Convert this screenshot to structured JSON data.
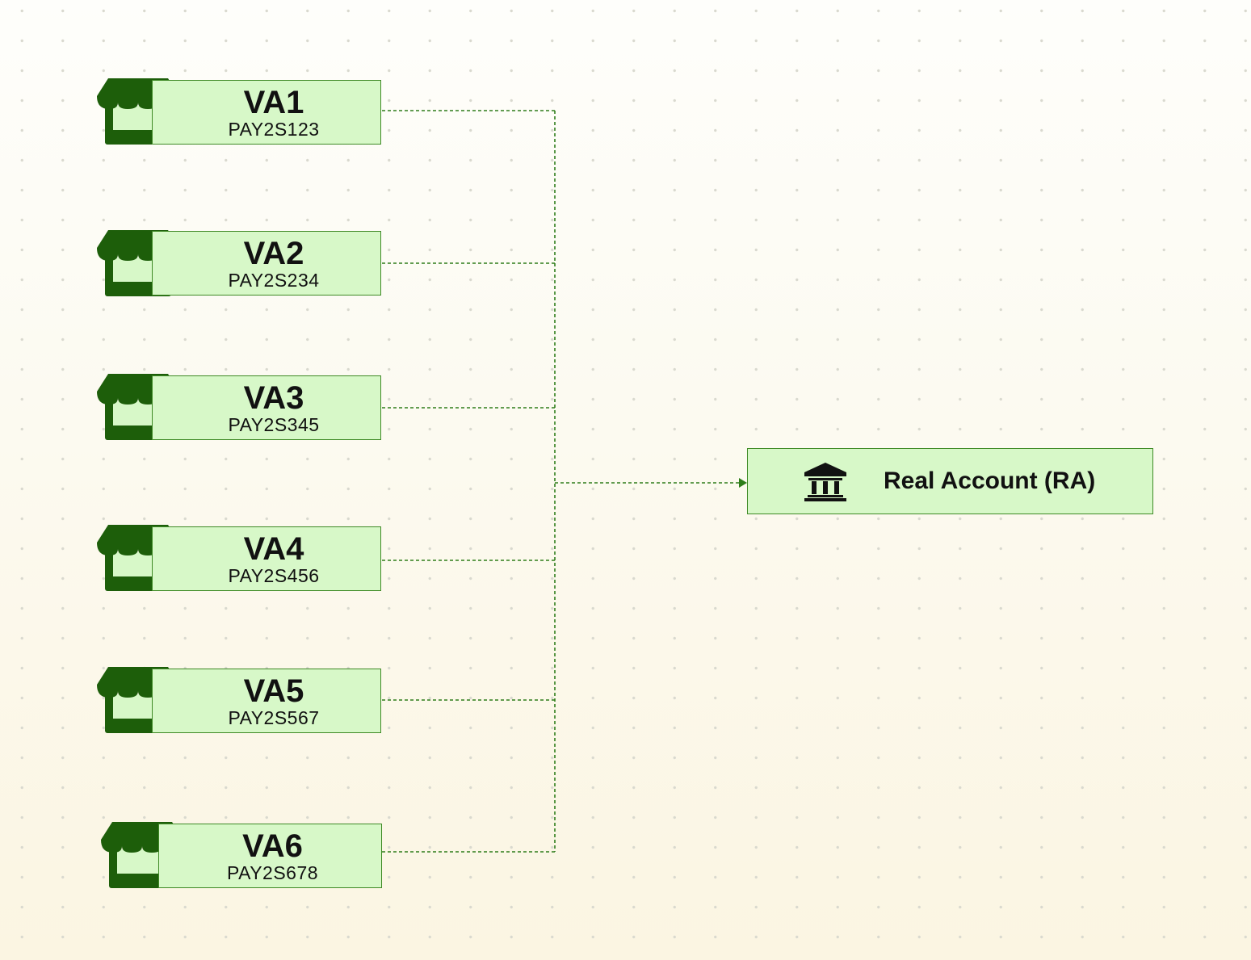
{
  "virtual_accounts": [
    {
      "name": "VA1",
      "code": "PAY2S123"
    },
    {
      "name": "VA2",
      "code": "PAY2S234"
    },
    {
      "name": "VA3",
      "code": "PAY2S345"
    },
    {
      "name": "VA4",
      "code": "PAY2S456"
    },
    {
      "name": "VA5",
      "code": "PAY2S567"
    },
    {
      "name": "VA6",
      "code": "PAY2S678"
    }
  ],
  "real_account": {
    "label": "Real Account (RA)"
  },
  "icons": {
    "virtual_account": "store-icon",
    "real_account": "bank-icon"
  },
  "colors": {
    "node_fill": "#d7f8c8",
    "node_border": "#3f8a26",
    "icon_green": "#1d5e0a",
    "connector": "#2e7d1a",
    "text": "#111111"
  }
}
